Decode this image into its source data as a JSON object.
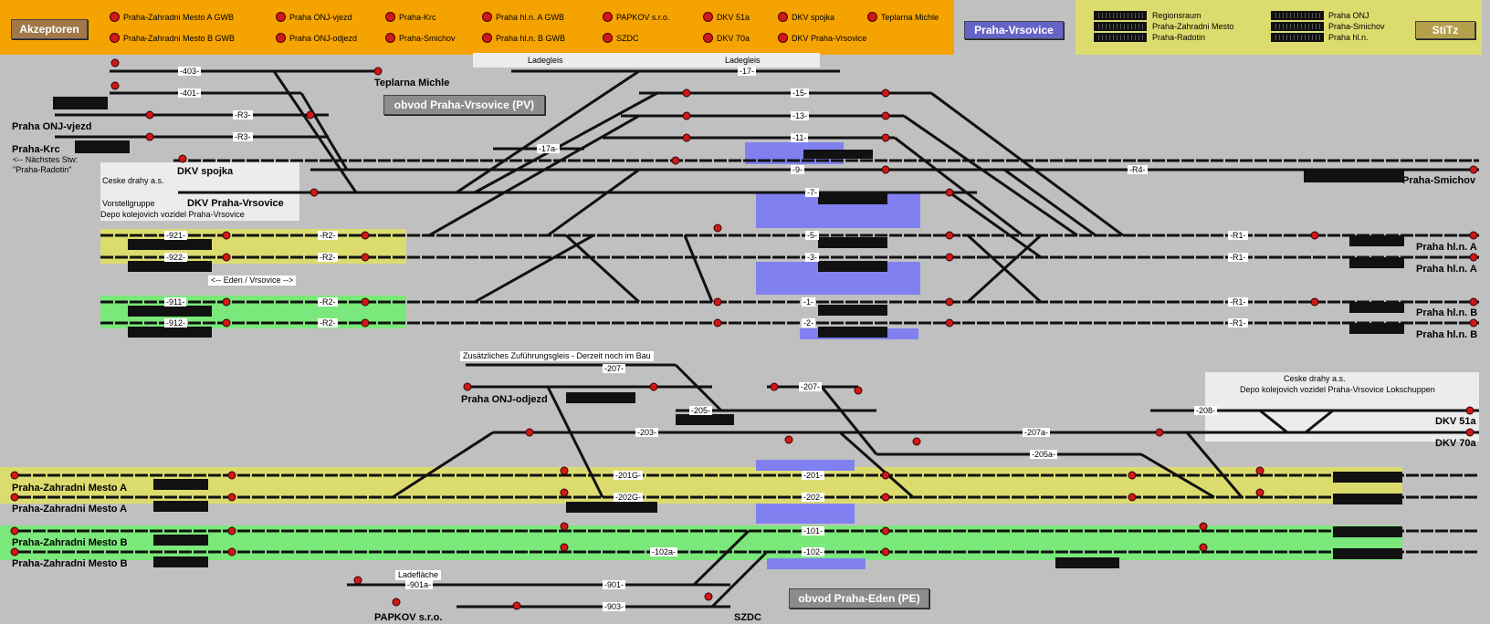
{
  "toolbar": {
    "akzeptoren": "Akzeptoren",
    "station": "Praha-Vrsovice",
    "stitz": "StiTz"
  },
  "acceptors": [
    "Praha-Zahradni Mesto A GWB",
    "Praha ONJ-vjezd",
    "Praha-Krc",
    "Praha hl.n. A GWB",
    "PAPKOV s.r.o.",
    "DKV 51a",
    "DKV spojka",
    "Teplarna Michle",
    "Praha-Zahradni Mesto B GWB",
    "Praha ONJ-odjezd",
    "Praha-Smichov",
    "Praha hl.n. B GWB",
    "SZDC",
    "DKV 70a",
    "DKV Praha-Vrsovice"
  ],
  "stitz_items": [
    "Regionsraum",
    "Praha-Zahradni Mesto",
    "Praha-Radotin",
    "Praha ONJ",
    "Praha-Smichov",
    "Praha hl.n."
  ],
  "headers": {
    "obvod_pv": "obvod Praha-Vrsovice (PV)",
    "obvod_pe": "obvod Praha-Eden (PE)",
    "ladegleis1": "Ladegleis",
    "ladegleis2": "Ladegleis",
    "ladeflaeche": "Ladefläche",
    "zufuehrung": "Zusätzliches Zuführungsgleis - Derzeit noch im Bau",
    "eden_vrsovice": "<-- Eden / Vrsovice -->",
    "naechstes": "<-- Nächstes Stw:",
    "radotin": "\"Praha-Radotin\"",
    "ceske1": "Ceske drahy a.s.",
    "vorstell": "Vorstellgruppe",
    "depo1": "Depo kolejovich  vozidel  Praha-Vrsovice",
    "ceske2": "Ceske drahy a.s.",
    "depo2": "Depo kolejovich vozidel    Praha-Vrsovice    Lokschuppen"
  },
  "place_labels": {
    "teplarna": "Teplarna Michle",
    "onj_vjezd": "Praha ONJ-vjezd",
    "krc": "Praha-Krc",
    "dkv_spojka": "DKV spojka",
    "dkv_vrsovice": "DKV Praha-Vrsovice",
    "smichov": "Praha-Smichov",
    "hln_a1": "Praha hl.n. A",
    "hln_a2": "Praha hl.n. A",
    "hln_b1": "Praha hl.n. B",
    "hln_b2": "Praha hl.n. B",
    "onj_odjezd": "Praha ONJ-odjezd",
    "dkv51a": "DKV 51a",
    "dkv70a": "DKV 70a",
    "zm_a1": "Praha-Zahradni Mesto A",
    "zm_a2": "Praha-Zahradni Mesto A",
    "zm_b1": "Praha-Zahradni Mesto B",
    "zm_b2": "Praha-Zahradni Mesto B",
    "papkov": "PAPKOV s.r.o.",
    "szdc": "SZDC"
  },
  "track_labels": [
    "-403-",
    "-401-",
    "-R3-",
    "-R3-",
    "-17-",
    "-17a-",
    "-15-",
    "-13-",
    "-11-",
    "-9-",
    "-7-",
    "-5-",
    "-3-",
    "-1-",
    "-2-",
    "-R4-",
    "-R1-",
    "-R1-",
    "-R1-",
    "-R1-",
    "-921-",
    "-922-",
    "-R2-",
    "-R2-",
    "-911-",
    "-912-",
    "-R2-",
    "-R2-",
    "-207-",
    "-207-",
    "-205-",
    "-203-",
    "-207a-",
    "-205a-",
    "-208-",
    "-201G-",
    "-202G-",
    "-201-",
    "-202-",
    "-101-",
    "-102a-",
    "-102-",
    "-901a-",
    "-901-",
    "-903-"
  ],
  "colors": {
    "orange": "#f5a300",
    "yellow": "#dcdc6e",
    "green": "#7ae87a",
    "blue": "#8080f0",
    "signal": "#d01818"
  }
}
